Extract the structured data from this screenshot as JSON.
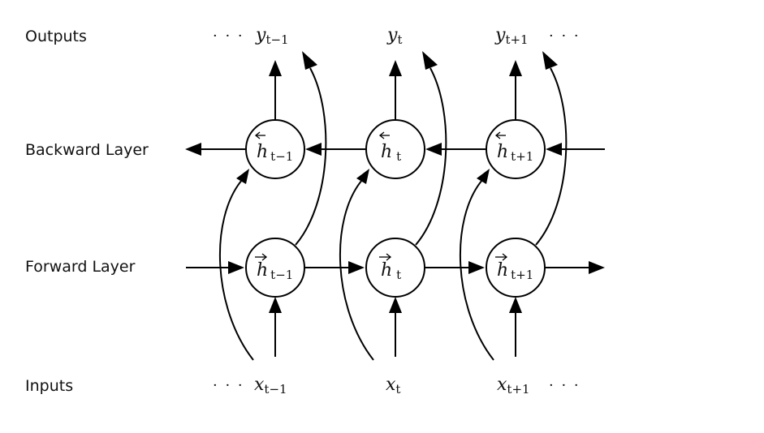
{
  "rows": {
    "outputs": "Outputs",
    "backward": "Backward Layer",
    "forward": "Forward Layer",
    "inputs": "Inputs"
  },
  "ellipsis": "· · ·",
  "outputs": [
    {
      "base": "y",
      "sub": "t−1"
    },
    {
      "base": "y",
      "sub": "t"
    },
    {
      "base": "y",
      "sub": "t+1"
    }
  ],
  "backward_states": [
    {
      "base": "h",
      "sub": "t−1"
    },
    {
      "base": "h",
      "sub": "t"
    },
    {
      "base": "h",
      "sub": "t+1"
    }
  ],
  "forward_states": [
    {
      "base": "h",
      "sub": "t−1"
    },
    {
      "base": "h",
      "sub": "t"
    },
    {
      "base": "h",
      "sub": "t+1"
    }
  ],
  "inputs": [
    {
      "base": "x",
      "sub": "t−1"
    },
    {
      "base": "x",
      "sub": "t"
    },
    {
      "base": "x",
      "sub": "t+1"
    }
  ]
}
